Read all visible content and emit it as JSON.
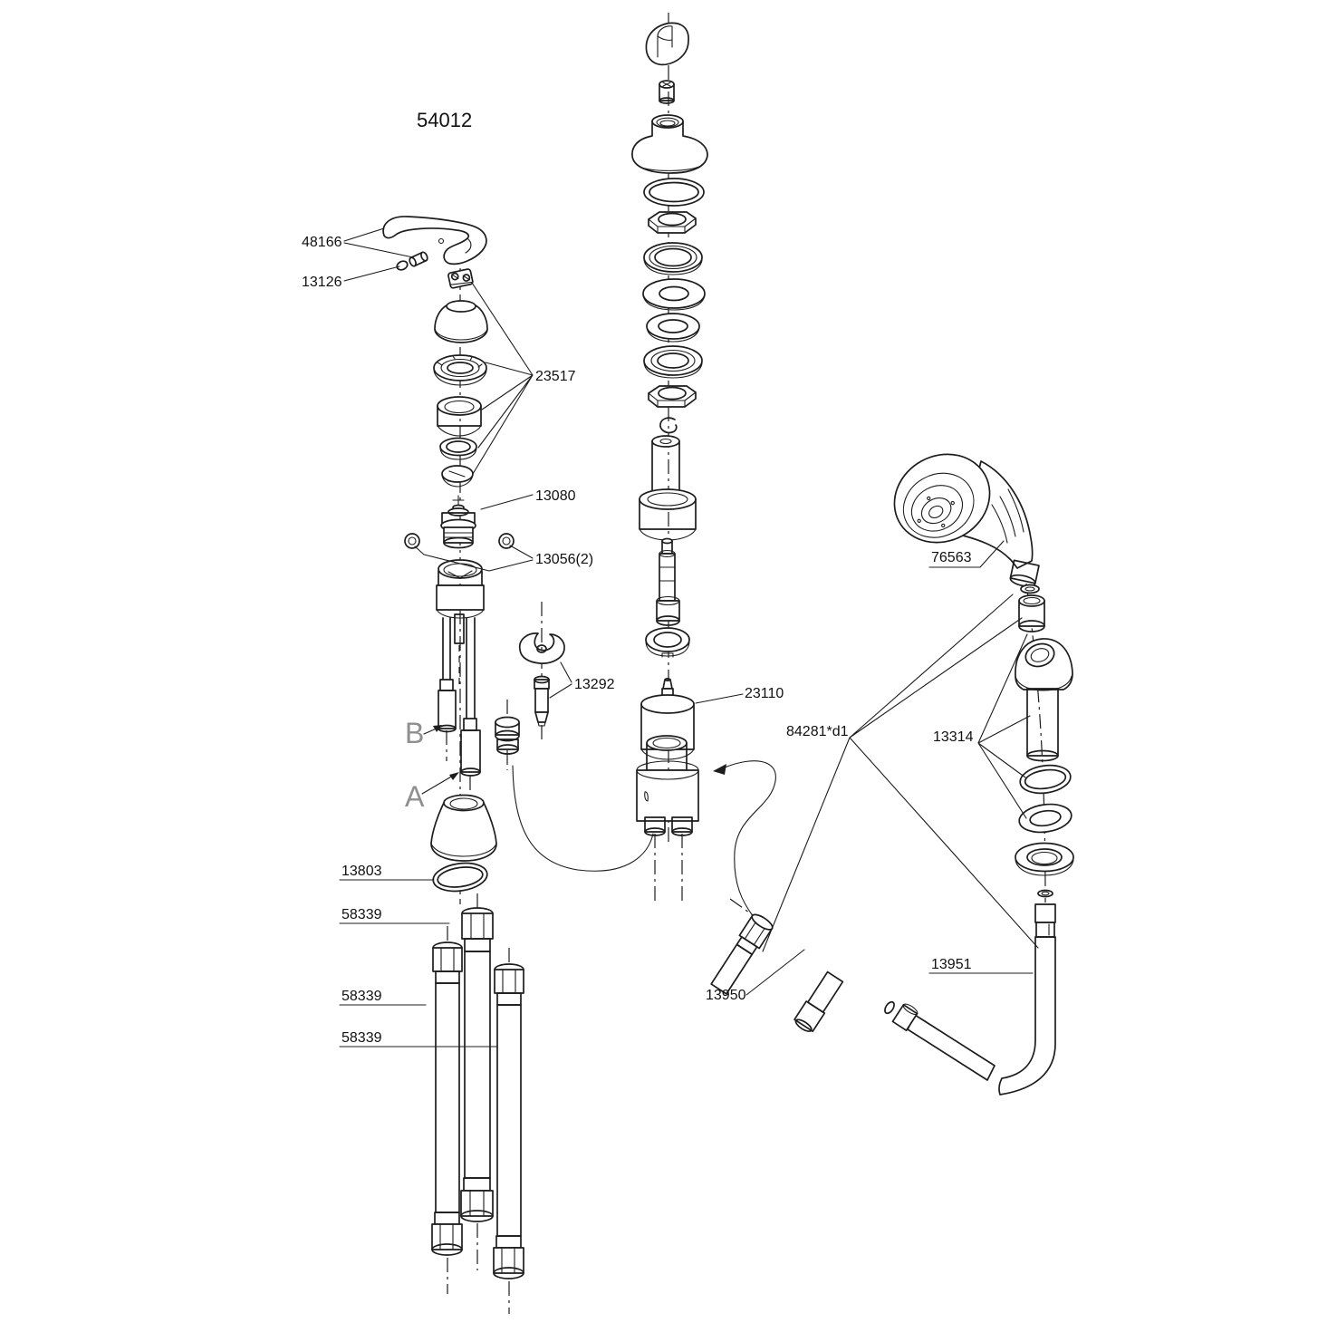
{
  "diagram": {
    "title": "54012",
    "type": "faucet-exploded-parts-diagram",
    "colors": {
      "line": "#1d1d1d",
      "label": "#111111",
      "marker": "#8f8f8f",
      "background": "#ffffff"
    },
    "labels": {
      "title": "54012",
      "k48166": "48166",
      "k13126": "13126",
      "k23517": "23517",
      "k13080": "13080",
      "k13056": "13056(2)",
      "k13292": "13292",
      "k23110": "23110",
      "k84281": "84281*d1",
      "k13314": "13314",
      "k76563": "76563",
      "k13803": "13803",
      "k58339_top": "58339",
      "k58339_mid": "58339",
      "k58339_bot": "58339",
      "k13950": "13950",
      "k13951": "13951",
      "markA": "A",
      "markB": "B"
    }
  }
}
